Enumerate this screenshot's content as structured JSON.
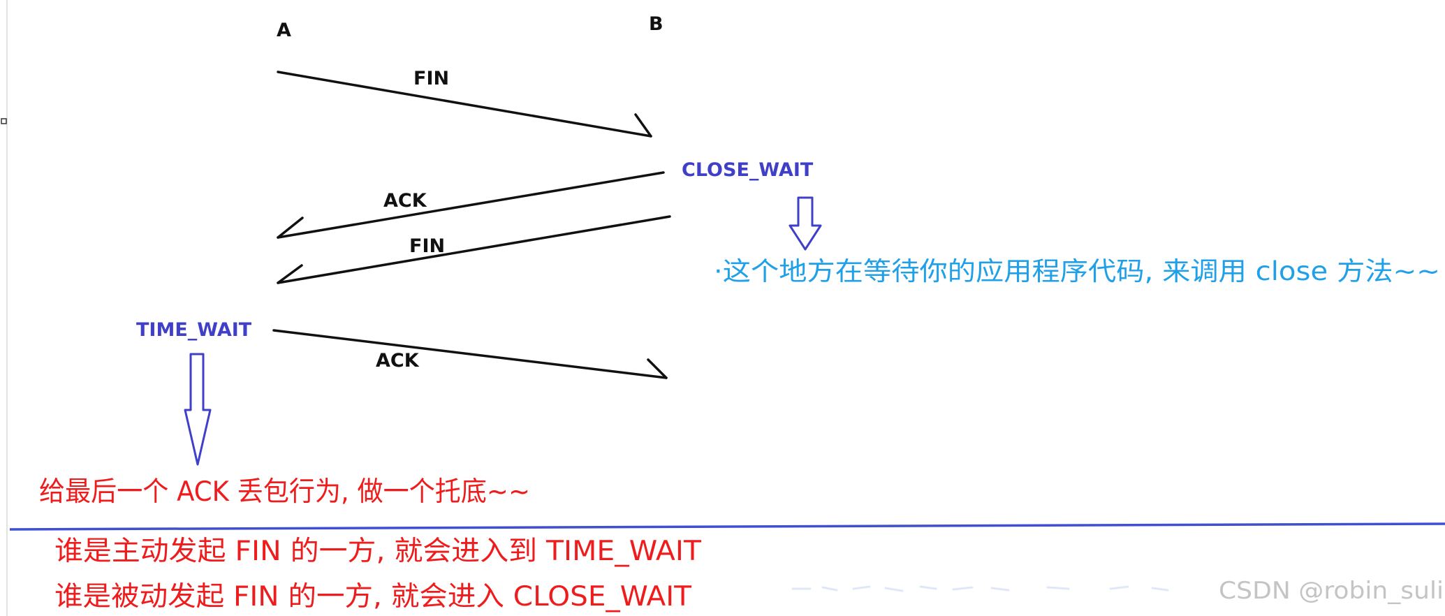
{
  "labels": {
    "host_a": "A",
    "host_b": "B",
    "fin_1": "FIN",
    "ack_1": "ACK",
    "fin_2": "FIN",
    "ack_2": "ACK"
  },
  "states": {
    "close_wait": "CLOSE_WAIT",
    "time_wait": "TIME_WAIT"
  },
  "notes": {
    "close_wait_note": "·这个地方在等待你的应用程序代码, 来调用 close 方法~~",
    "time_wait_note": "给最后一个 ACK 丢包行为, 做一个托底~~",
    "summary_line_1": "谁是主动发起 FIN 的一方, 就会进入到 TIME_WAIT",
    "summary_line_2": "谁是被动发起 FIN 的一方, 就会进入 CLOSE_WAIT"
  },
  "watermark": "CSDN @robin_suli",
  "colors": {
    "message_line": "#111111",
    "state_label": "#3f3fc8",
    "down_arrow": "#3f3fc8",
    "divider": "#3f4fd0",
    "note_blue": "#1fa0e8",
    "note_red": "#ee1c1c",
    "watermark": "#c4c4c4"
  }
}
